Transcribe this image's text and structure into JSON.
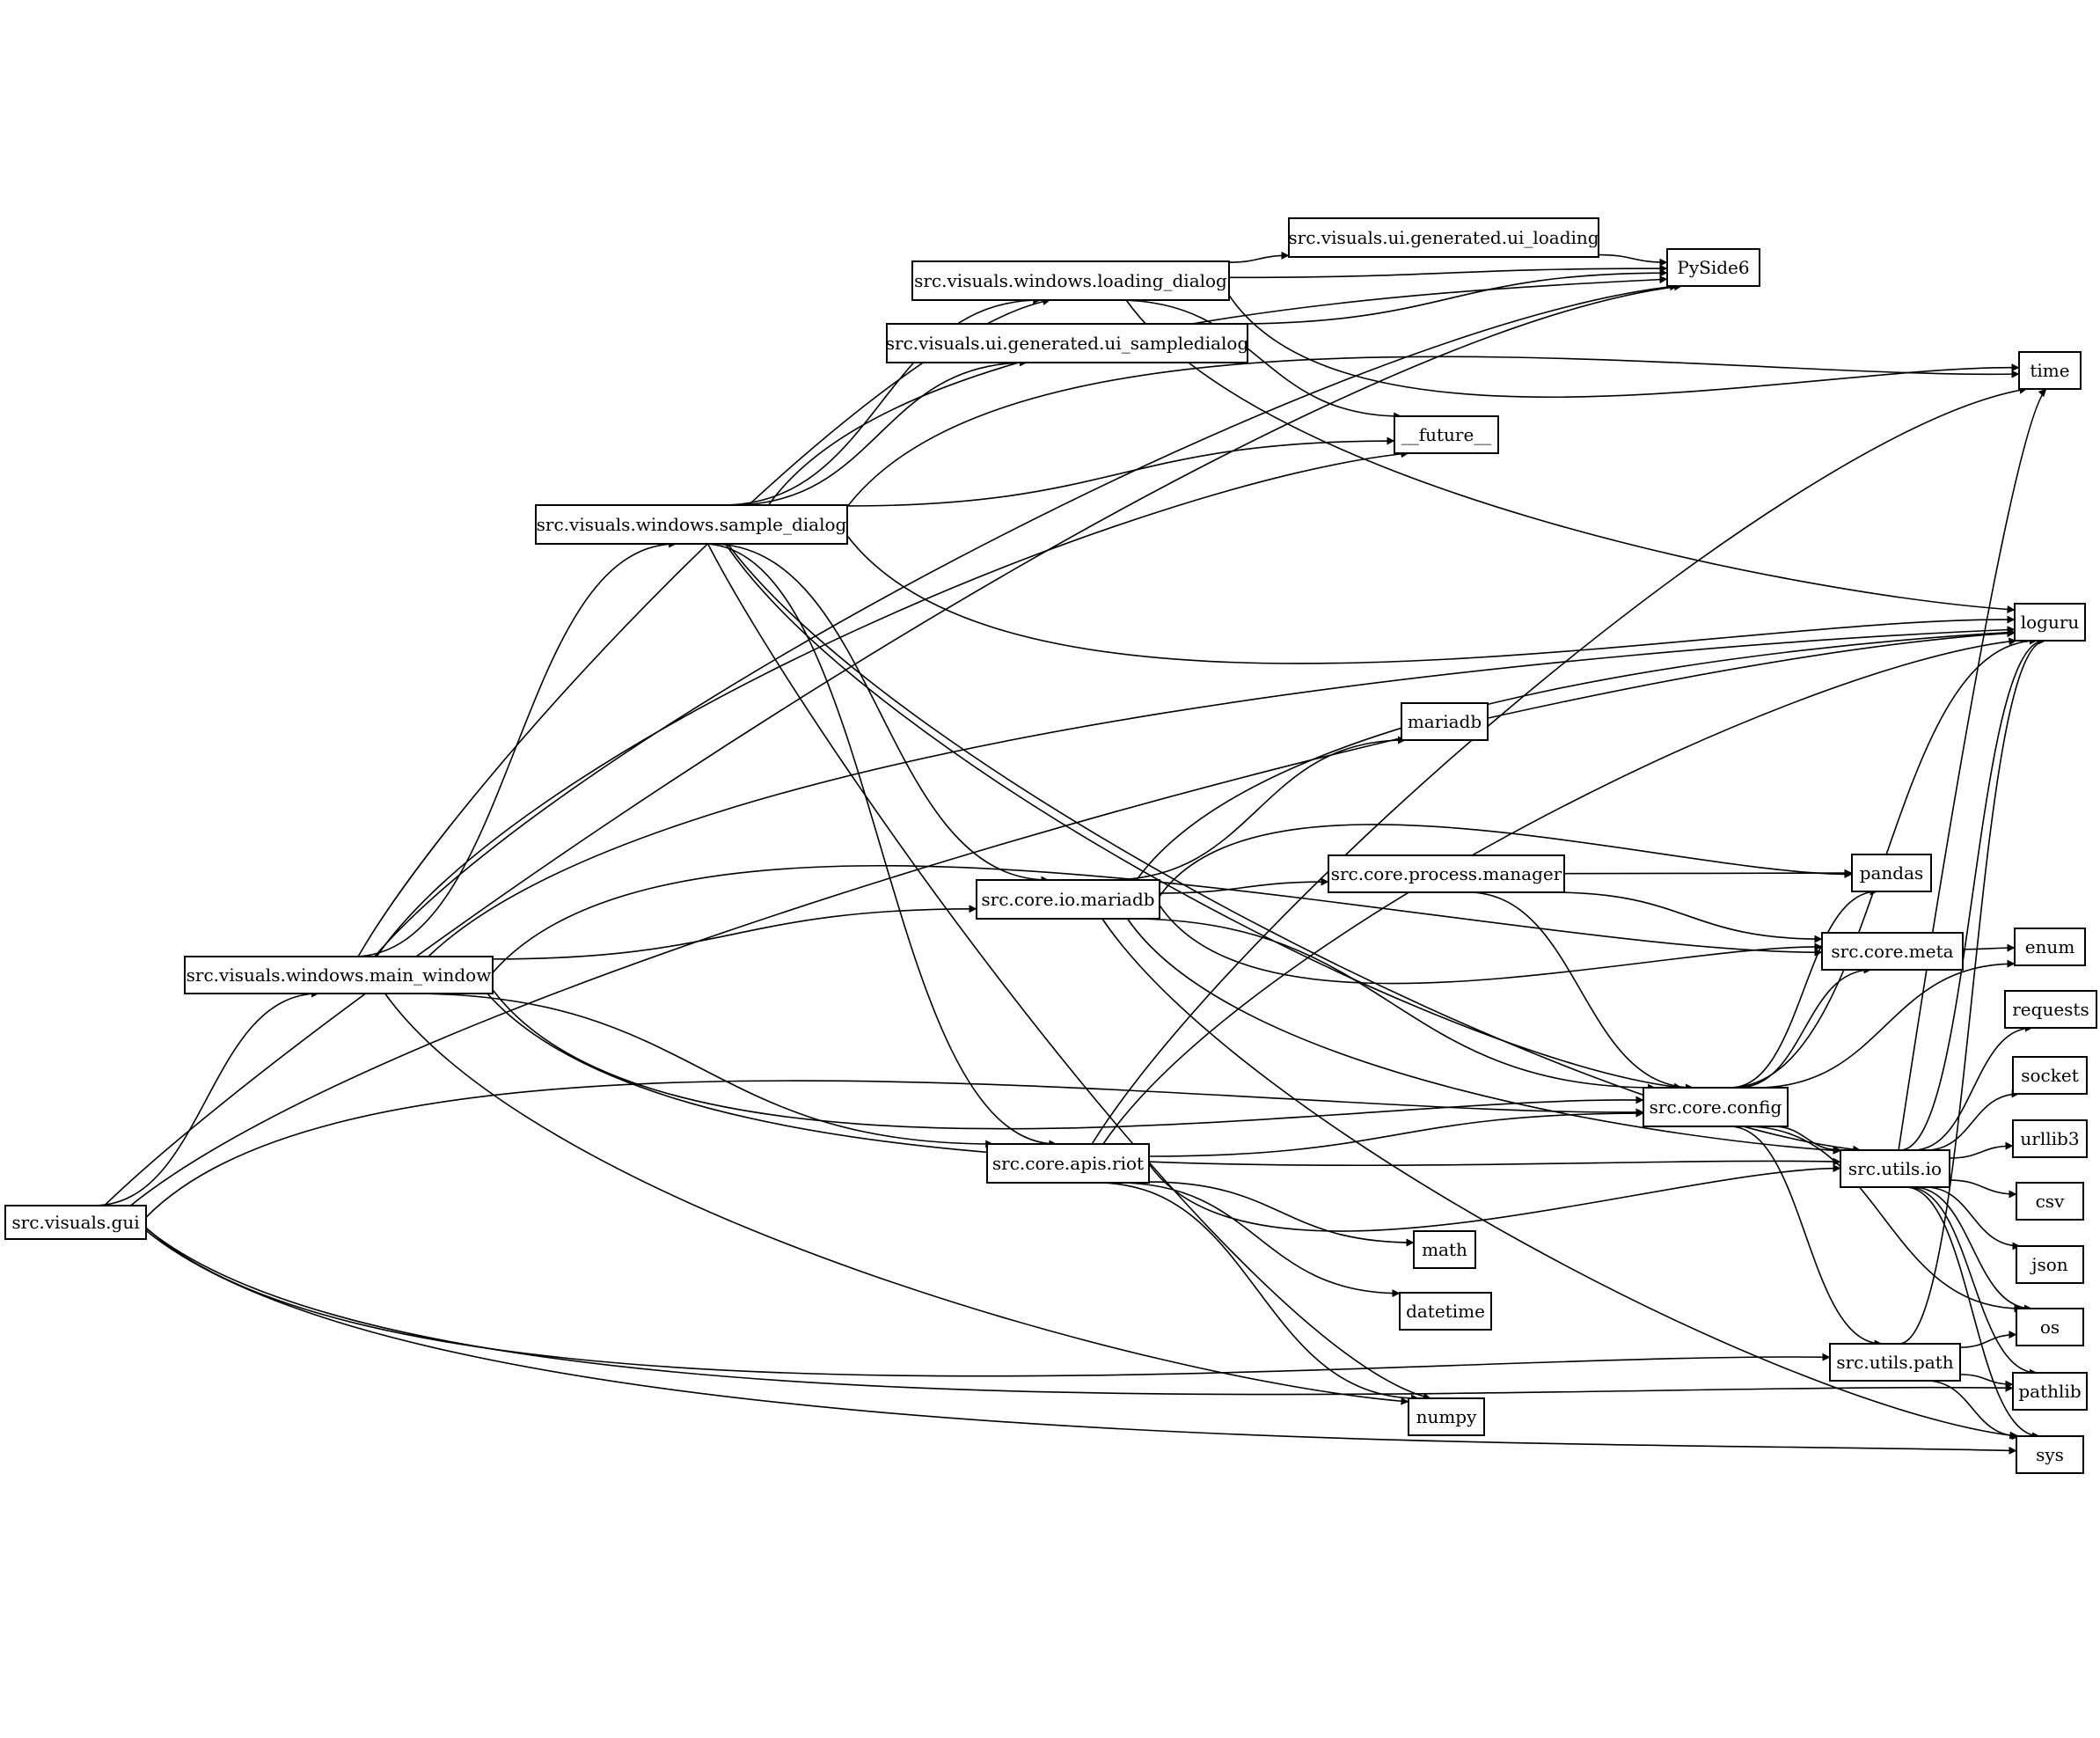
{
  "nodes": [
    {
      "id": "gui",
      "label": "src.visuals.gui"
    },
    {
      "id": "main_window",
      "label": "src.visuals.windows.main_window"
    },
    {
      "id": "sample_dialog",
      "label": "src.visuals.windows.sample_dialog"
    },
    {
      "id": "loading_dialog",
      "label": "src.visuals.windows.loading_dialog"
    },
    {
      "id": "ui_sampledialog",
      "label": "src.visuals.ui.generated.ui_sampledialog"
    },
    {
      "id": "ui_loading",
      "label": "src.visuals.ui.generated.ui_loading"
    },
    {
      "id": "pyside6",
      "label": "PySide6"
    },
    {
      "id": "time",
      "label": "time"
    },
    {
      "id": "future",
      "label": "__future__"
    },
    {
      "id": "loguru",
      "label": "loguru"
    },
    {
      "id": "mariadb_pkg",
      "label": "mariadb"
    },
    {
      "id": "core_mariadb",
      "label": "src.core.io.mariadb"
    },
    {
      "id": "process_manager",
      "label": "src.core.process.manager"
    },
    {
      "id": "pandas",
      "label": "pandas"
    },
    {
      "id": "core_meta",
      "label": "src.core.meta"
    },
    {
      "id": "enum",
      "label": "enum"
    },
    {
      "id": "requests",
      "label": "requests"
    },
    {
      "id": "socket",
      "label": "socket"
    },
    {
      "id": "core_config",
      "label": "src.core.config"
    },
    {
      "id": "utils_io",
      "label": "src.utils.io"
    },
    {
      "id": "urllib3",
      "label": "urllib3"
    },
    {
      "id": "apis_riot",
      "label": "src.core.apis.riot"
    },
    {
      "id": "csv",
      "label": "csv"
    },
    {
      "id": "math",
      "label": "math"
    },
    {
      "id": "json",
      "label": "json"
    },
    {
      "id": "datetime",
      "label": "datetime"
    },
    {
      "id": "os",
      "label": "os"
    },
    {
      "id": "utils_path",
      "label": "src.utils.path"
    },
    {
      "id": "pathlib",
      "label": "pathlib"
    },
    {
      "id": "numpy",
      "label": "numpy"
    },
    {
      "id": "sys",
      "label": "sys"
    }
  ],
  "edges": [
    [
      "gui",
      "main_window"
    ],
    [
      "gui",
      "pyside6"
    ],
    [
      "gui",
      "loguru"
    ],
    [
      "gui",
      "core_config"
    ],
    [
      "gui",
      "pathlib"
    ],
    [
      "gui",
      "sys"
    ],
    [
      "gui",
      "utils_path"
    ],
    [
      "main_window",
      "loading_dialog"
    ],
    [
      "main_window",
      "sample_dialog"
    ],
    [
      "main_window",
      "pyside6"
    ],
    [
      "main_window",
      "future"
    ],
    [
      "main_window",
      "loguru"
    ],
    [
      "main_window",
      "core_mariadb"
    ],
    [
      "main_window",
      "core_meta"
    ],
    [
      "main_window",
      "apis_riot"
    ],
    [
      "main_window",
      "numpy"
    ],
    [
      "main_window",
      "utils_io"
    ],
    [
      "main_window",
      "core_config"
    ],
    [
      "sample_dialog",
      "loading_dialog"
    ],
    [
      "sample_dialog",
      "ui_sampledialog"
    ],
    [
      "sample_dialog",
      "time"
    ],
    [
      "sample_dialog",
      "future"
    ],
    [
      "sample_dialog",
      "pyside6"
    ],
    [
      "sample_dialog",
      "loguru"
    ],
    [
      "sample_dialog",
      "core_mariadb"
    ],
    [
      "sample_dialog",
      "core_config"
    ],
    [
      "sample_dialog",
      "apis_riot"
    ],
    [
      "sample_dialog",
      "numpy"
    ],
    [
      "sample_dialog",
      "utils_io"
    ],
    [
      "loading_dialog",
      "ui_loading"
    ],
    [
      "loading_dialog",
      "pyside6"
    ],
    [
      "loading_dialog",
      "future"
    ],
    [
      "loading_dialog",
      "loguru"
    ],
    [
      "loading_dialog",
      "time"
    ],
    [
      "ui_loading",
      "pyside6"
    ],
    [
      "ui_sampledialog",
      "pyside6"
    ],
    [
      "core_mariadb",
      "loguru"
    ],
    [
      "core_mariadb",
      "mariadb_pkg"
    ],
    [
      "core_mariadb",
      "process_manager"
    ],
    [
      "core_mariadb",
      "pandas"
    ],
    [
      "core_mariadb",
      "core_meta"
    ],
    [
      "core_mariadb",
      "core_config"
    ],
    [
      "core_mariadb",
      "utils_io"
    ],
    [
      "core_mariadb",
      "sys"
    ],
    [
      "process_manager",
      "pandas"
    ],
    [
      "process_manager",
      "core_meta"
    ],
    [
      "process_manager",
      "core_config"
    ],
    [
      "apis_riot",
      "time"
    ],
    [
      "apis_riot",
      "loguru"
    ],
    [
      "apis_riot",
      "core_config"
    ],
    [
      "apis_riot",
      "math"
    ],
    [
      "apis_riot",
      "datetime"
    ],
    [
      "apis_riot",
      "numpy"
    ],
    [
      "apis_riot",
      "utils_io"
    ],
    [
      "core_config",
      "pandas"
    ],
    [
      "core_config",
      "core_meta"
    ],
    [
      "core_config",
      "loguru"
    ],
    [
      "core_config",
      "enum"
    ],
    [
      "core_config",
      "utils_io"
    ],
    [
      "core_config",
      "utils_path"
    ],
    [
      "core_config",
      "os"
    ],
    [
      "core_meta",
      "enum"
    ],
    [
      "utils_io",
      "time"
    ],
    [
      "utils_io",
      "loguru"
    ],
    [
      "utils_io",
      "requests"
    ],
    [
      "utils_io",
      "socket"
    ],
    [
      "utils_io",
      "urllib3"
    ],
    [
      "utils_io",
      "csv"
    ],
    [
      "utils_io",
      "json"
    ],
    [
      "utils_io",
      "os"
    ],
    [
      "utils_io",
      "pathlib"
    ],
    [
      "utils_io",
      "sys"
    ],
    [
      "utils_path",
      "loguru"
    ],
    [
      "utils_path",
      "os"
    ],
    [
      "utils_path",
      "pathlib"
    ],
    [
      "utils_path",
      "sys"
    ]
  ]
}
